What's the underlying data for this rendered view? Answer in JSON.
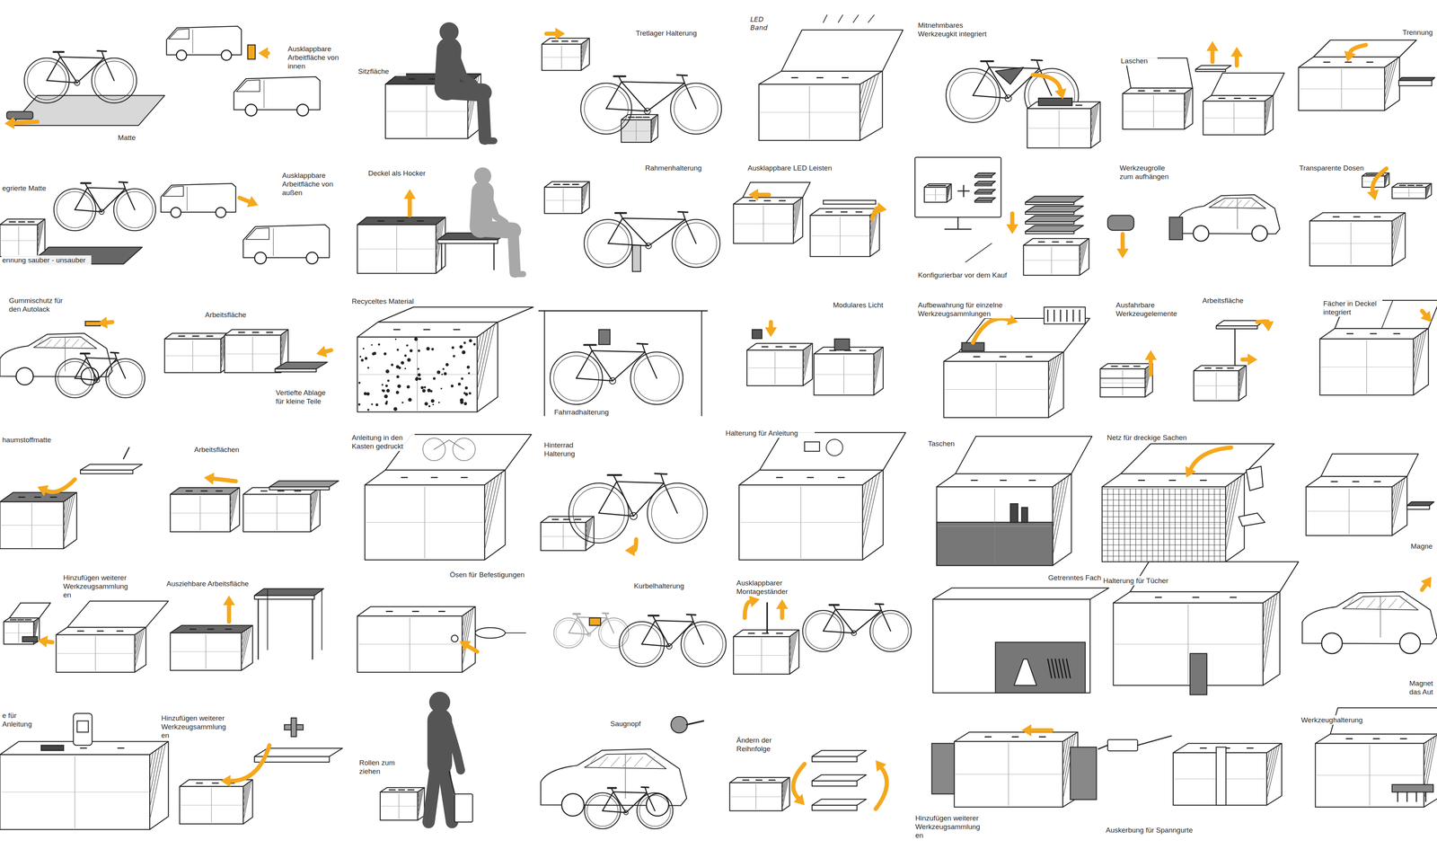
{
  "diagram": {
    "labels": [
      "Matte",
      "Ausklappbare Arbeitfläche von innen",
      "Sitzfläche",
      "Tretlager Halterung",
      "LED Band",
      "Mitnehmbares Werkzeugkit integriert",
      "Laschen",
      "Trennung",
      "egrierte Matte",
      "ennung sauber - unsauber",
      "Ausklappbare Arbeitfläche von außen",
      "Deckel als Hocker",
      "Rahmenhalterung",
      "Ausklappbare LED Leisten",
      "Konfigurierbar vor dem Kauf",
      "Werkzeugrolle zum aufhängen",
      "Transparente Dosen",
      "Gummischutz für den Autolack",
      "Arbeitsfläche",
      "Vertiefte Ablage für kleine Teile",
      "Recyceltes Material",
      "Fahrradhalterung",
      "Modulares Licht",
      "Aufbewahrung für einzelne Werkzeugsammlungen",
      "Ausfahrbare Werkzeugelemente",
      "Arbeitsfläche",
      "Fächer in Deckel integriert",
      "haumstoffmatte",
      "Arbeitsflächen",
      "Anleitung in den Kasten gedruckt",
      "Hinterrad Halterung",
      "Halterung für Anleitung",
      "Taschen",
      "Netz für dreckige Sachen",
      "Magne",
      "Hinzufügen weiterer Werkzeugsammlung en",
      "Ausziehbare Arbeitsfläche",
      "Ösen für Befestigungen",
      "Kurbelhalterung",
      "Ausklappbarer Montageständer",
      "Getrenntes Fach",
      "Halterung für Tücher",
      "Magnet das Aut",
      "e für Anleitung",
      "Hinzufügen weiterer Werkzeugsammlung en",
      "Rollen zum ziehen",
      "Saugnopf",
      "Ändern der Reihnfolge",
      "Hinzufügen weiterer Werkzeugsammlung en",
      "Auskerbung für Spanngurte",
      "Werkzeughalterung"
    ]
  }
}
